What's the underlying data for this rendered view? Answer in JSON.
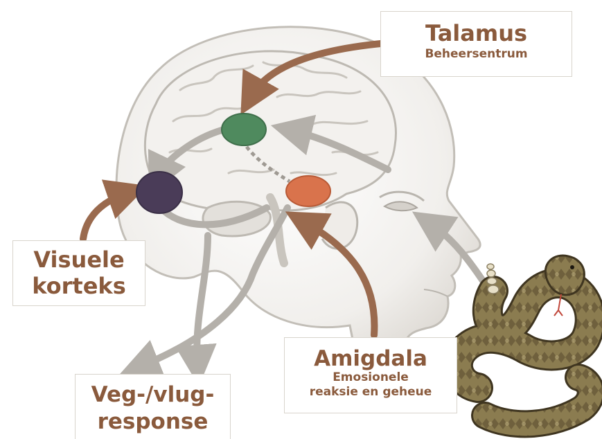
{
  "labels": {
    "talamus": {
      "title": "Talamus",
      "subtitle": "Beheersentrum"
    },
    "visuele_korteks": {
      "line1": "Visuele",
      "line2": "korteks"
    },
    "amigdala": {
      "title": "Amigdala",
      "subtitle_line1": "Emosionele",
      "subtitle_line2": "reaksie en geheue"
    },
    "veg_vlug": {
      "line1": "Veg-/vlug-",
      "line2": "response"
    }
  },
  "colors": {
    "label_text": "#8a5a3c",
    "arrow_brown": "#9a6a4e",
    "arrow_grey": "#a9a59f",
    "talamus_node": "#4f8a5e",
    "visual_cortex_node": "#4a3c58",
    "amygdala_node": "#d9734c",
    "head_outline": "#b9b5ae",
    "snake_body": "#7e7048"
  },
  "icons": [
    "head-profile-icon",
    "brain-icon",
    "rattlesnake-icon"
  ]
}
